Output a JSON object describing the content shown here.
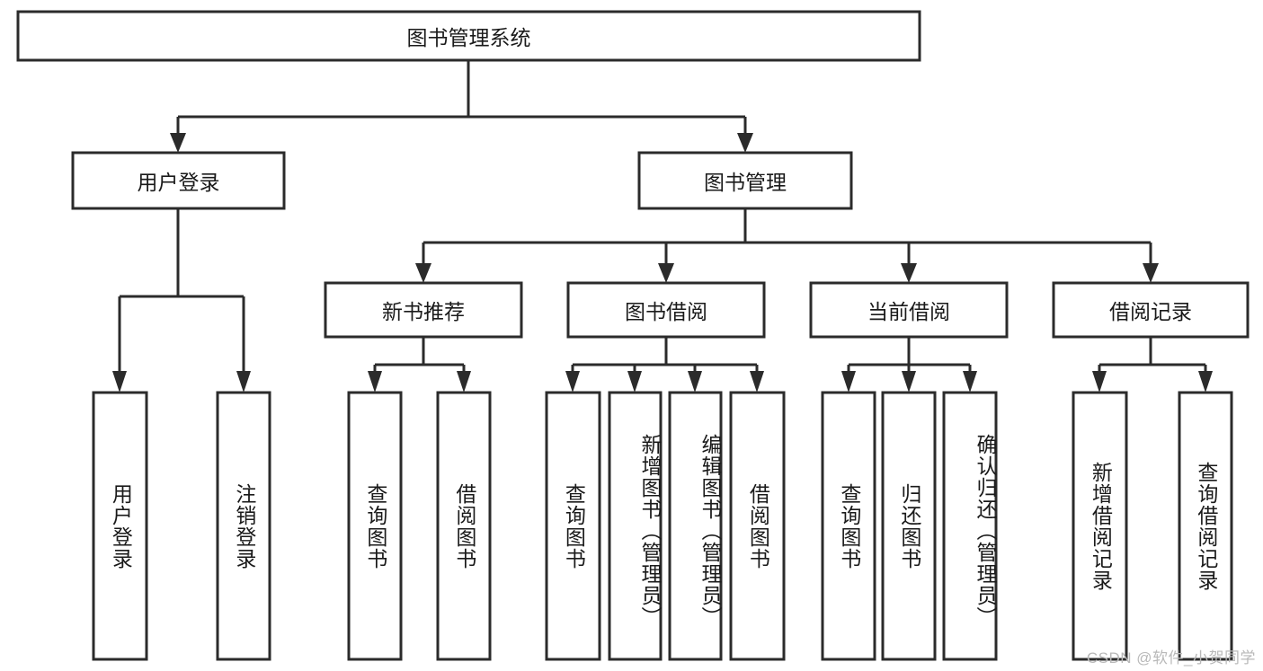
{
  "diagram": {
    "title": "图书管理系统",
    "type": "tree-hierarchy-chart",
    "root": {
      "id": "root",
      "label": "图书管理系统"
    },
    "level2": [
      {
        "id": "user-login",
        "label": "用户登录"
      },
      {
        "id": "book-manage",
        "label": "图书管理"
      }
    ],
    "level3": [
      {
        "id": "new-book-recommend",
        "label": "新书推荐",
        "parent": "book-manage"
      },
      {
        "id": "book-borrow",
        "label": "图书借阅",
        "parent": "book-manage"
      },
      {
        "id": "current-borrow",
        "label": "当前借阅",
        "parent": "book-manage"
      },
      {
        "id": "borrow-record",
        "label": "借阅记录",
        "parent": "book-manage"
      }
    ],
    "leaves": [
      {
        "id": "leaf-user-login",
        "label": "用户登录",
        "parent": "user-login"
      },
      {
        "id": "leaf-user-logout",
        "label": "注销登录",
        "parent": "user-login"
      },
      {
        "id": "leaf-query-book-1",
        "label": "查询图书",
        "parent": "new-book-recommend"
      },
      {
        "id": "leaf-borrow-book-1",
        "label": "借阅图书",
        "parent": "new-book-recommend"
      },
      {
        "id": "leaf-query-book-2",
        "label": "查询图书",
        "parent": "book-borrow"
      },
      {
        "id": "leaf-add-book",
        "label": "新增图书（管理员）",
        "parent": "book-borrow"
      },
      {
        "id": "leaf-edit-book",
        "label": "编辑图书（管理员）",
        "parent": "book-borrow"
      },
      {
        "id": "leaf-borrow-book-2",
        "label": "借阅图书",
        "parent": "book-borrow"
      },
      {
        "id": "leaf-query-book-3",
        "label": "查询图书",
        "parent": "current-borrow"
      },
      {
        "id": "leaf-return-book",
        "label": "归还图书",
        "parent": "current-borrow"
      },
      {
        "id": "leaf-confirm-return",
        "label": "确认归还（管理员）",
        "parent": "current-borrow"
      },
      {
        "id": "leaf-add-record",
        "label": "新增借阅记录",
        "parent": "borrow-record"
      },
      {
        "id": "leaf-query-record",
        "label": "查询借阅记录",
        "parent": "borrow-record"
      }
    ]
  },
  "watermark": {
    "text": "CSDN @软件_小贺同学"
  },
  "colors": {
    "box_stroke": "#2b2b2b",
    "box_fill": "#ffffff",
    "text": "#1a1a1a",
    "background": "#ffffff",
    "watermark": "#b9b9b9"
  }
}
